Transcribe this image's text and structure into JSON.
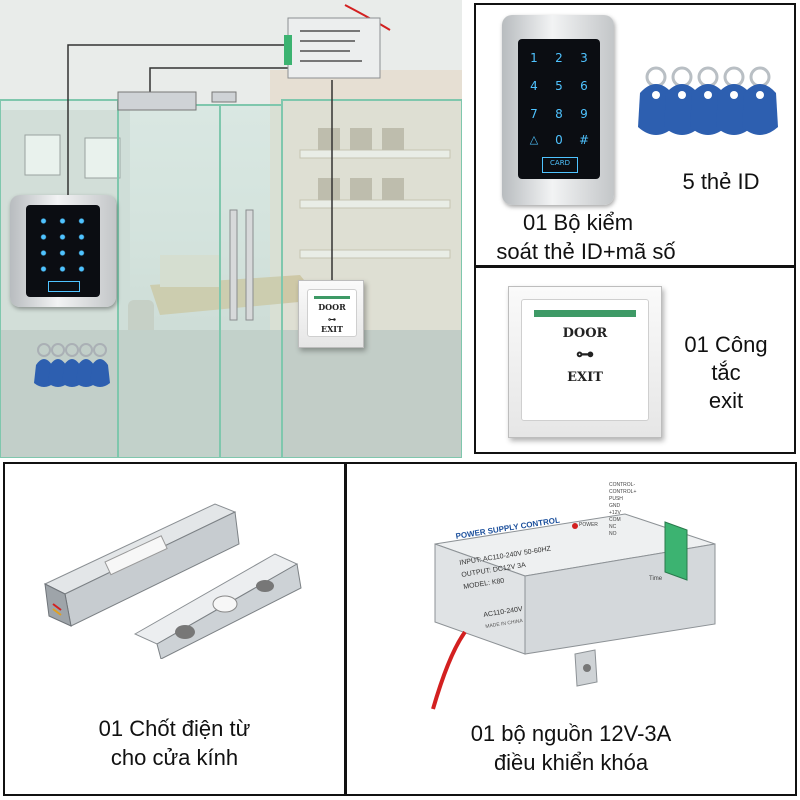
{
  "keypad": {
    "keys": [
      "1",
      "2",
      "3",
      "4",
      "5",
      "6",
      "7",
      "8",
      "9",
      "△",
      "0",
      "#"
    ],
    "card_label": "CARD",
    "caption_line1": "01 Bộ kiểm",
    "caption_line2": "soát thẻ ID+mã số"
  },
  "id_tags": {
    "caption": "5 thẻ ID"
  },
  "exit_switch": {
    "top_label": "DOOR",
    "bottom_label": "EXIT",
    "caption_line1": "01 Công",
    "caption_line2": "tắc",
    "caption_line3": "exit"
  },
  "bolt_lock": {
    "caption_line1": "01 Chốt điện từ",
    "caption_line2": "cho cửa kính"
  },
  "power_supply": {
    "title": "POWER SUPPLY CONTROL",
    "input_label": "INPUT: AC110-240V  50-60HZ",
    "output_label": "OUTPUT: DC12V  3A",
    "model_label": "MODEL: K80",
    "voltage_label": "AC110-240V",
    "origin_label": "MADE IN CHINA",
    "power_label": "POWER",
    "time_label": "Time",
    "terminals": [
      "CONTROL-",
      "CONTROL+",
      "PUSH",
      "GND",
      "+12V",
      "COM",
      "NC",
      "NO"
    ],
    "caption_line1": "01 bộ nguồn 12V-3A",
    "caption_line2": "điều khiển khóa"
  },
  "colors": {
    "keypad_glow": "#4fc3ff",
    "tag_blue": "#2d5fb0",
    "terminal_green": "#3cb371",
    "wire_red": "#d32020"
  }
}
